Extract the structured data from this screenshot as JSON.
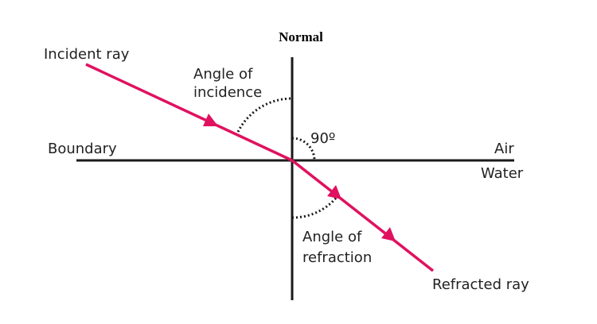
{
  "diagram": {
    "title": "Normal",
    "incident_label": "Incident ray",
    "angle_incidence_line1": "Angle of",
    "angle_incidence_line2": "incidence",
    "right_angle": "90º",
    "boundary_label": "Boundary",
    "medium_top": "Air",
    "medium_bottom": "Water",
    "angle_refraction_line1": "Angle of",
    "angle_refraction_line2": "refraction",
    "refracted_label": "Refracted ray",
    "colors": {
      "ray": "#e0115f",
      "lines": "#1a1a1a",
      "arc": "#1a1a1a"
    }
  }
}
